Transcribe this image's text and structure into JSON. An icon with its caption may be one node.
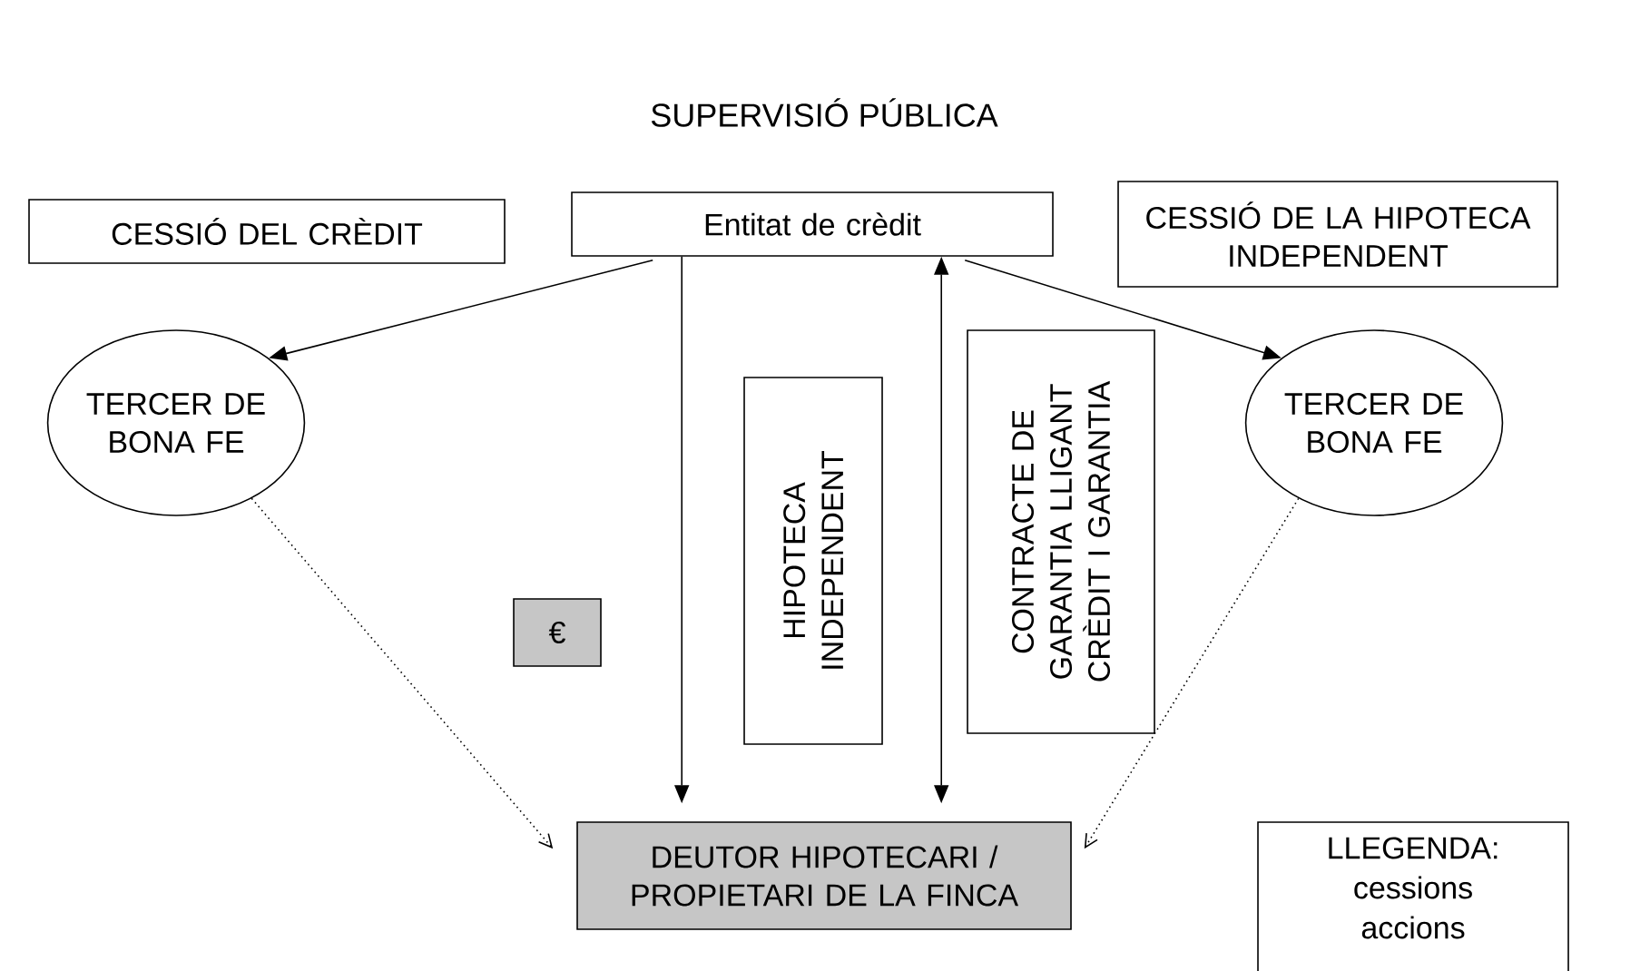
{
  "diagram": {
    "title": "SUPERVISIÓ PÚBLICA",
    "nodes": [
      {
        "text": [
          "CESSIÓ DEL CRÈDIT"
        ]
      },
      {
        "text": [
          "Entitat de crèdit"
        ]
      },
      {
        "text": [
          "CESSIÓ DE LA HIPOTECA INDEPENDENT"
        ]
      },
      {
        "text": [
          "TERCER DE BONA FE"
        ]
      },
      {
        "text": [
          "€"
        ]
      },
      {
        "text": [
          "HIPOTECA INDEPENDENT"
        ]
      },
      {
        "text": [
          "CONTRACTE DE GARANTIA LLIGANT CRÈDIT I GARANTIA"
        ]
      },
      {
        "text": [
          "TERCER DE BONA FE"
        ]
      },
      {
        "text": [
          "DEUTOR HIPOTECARI / PROPIETARI DE LA FINCA"
        ]
      },
      {
        "text": [
          "LLEGENDA: cessions accions"
        ]
      }
    ],
    "edges": [
      {
        "from": 1,
        "to": 3,
        "arrow": "to"
      },
      {
        "from": 1,
        "to": 7,
        "arrow": "to"
      },
      {
        "from": 1,
        "to": 8,
        "arrow": "to"
      },
      {
        "from": 1,
        "to": 8,
        "arrow": "both"
      },
      {
        "from": 3,
        "to": 8,
        "arrow": "to",
        "style": "dashed"
      },
      {
        "from": 7,
        "to": 8,
        "arrow": "to",
        "style": "dashed"
      }
    ]
  }
}
